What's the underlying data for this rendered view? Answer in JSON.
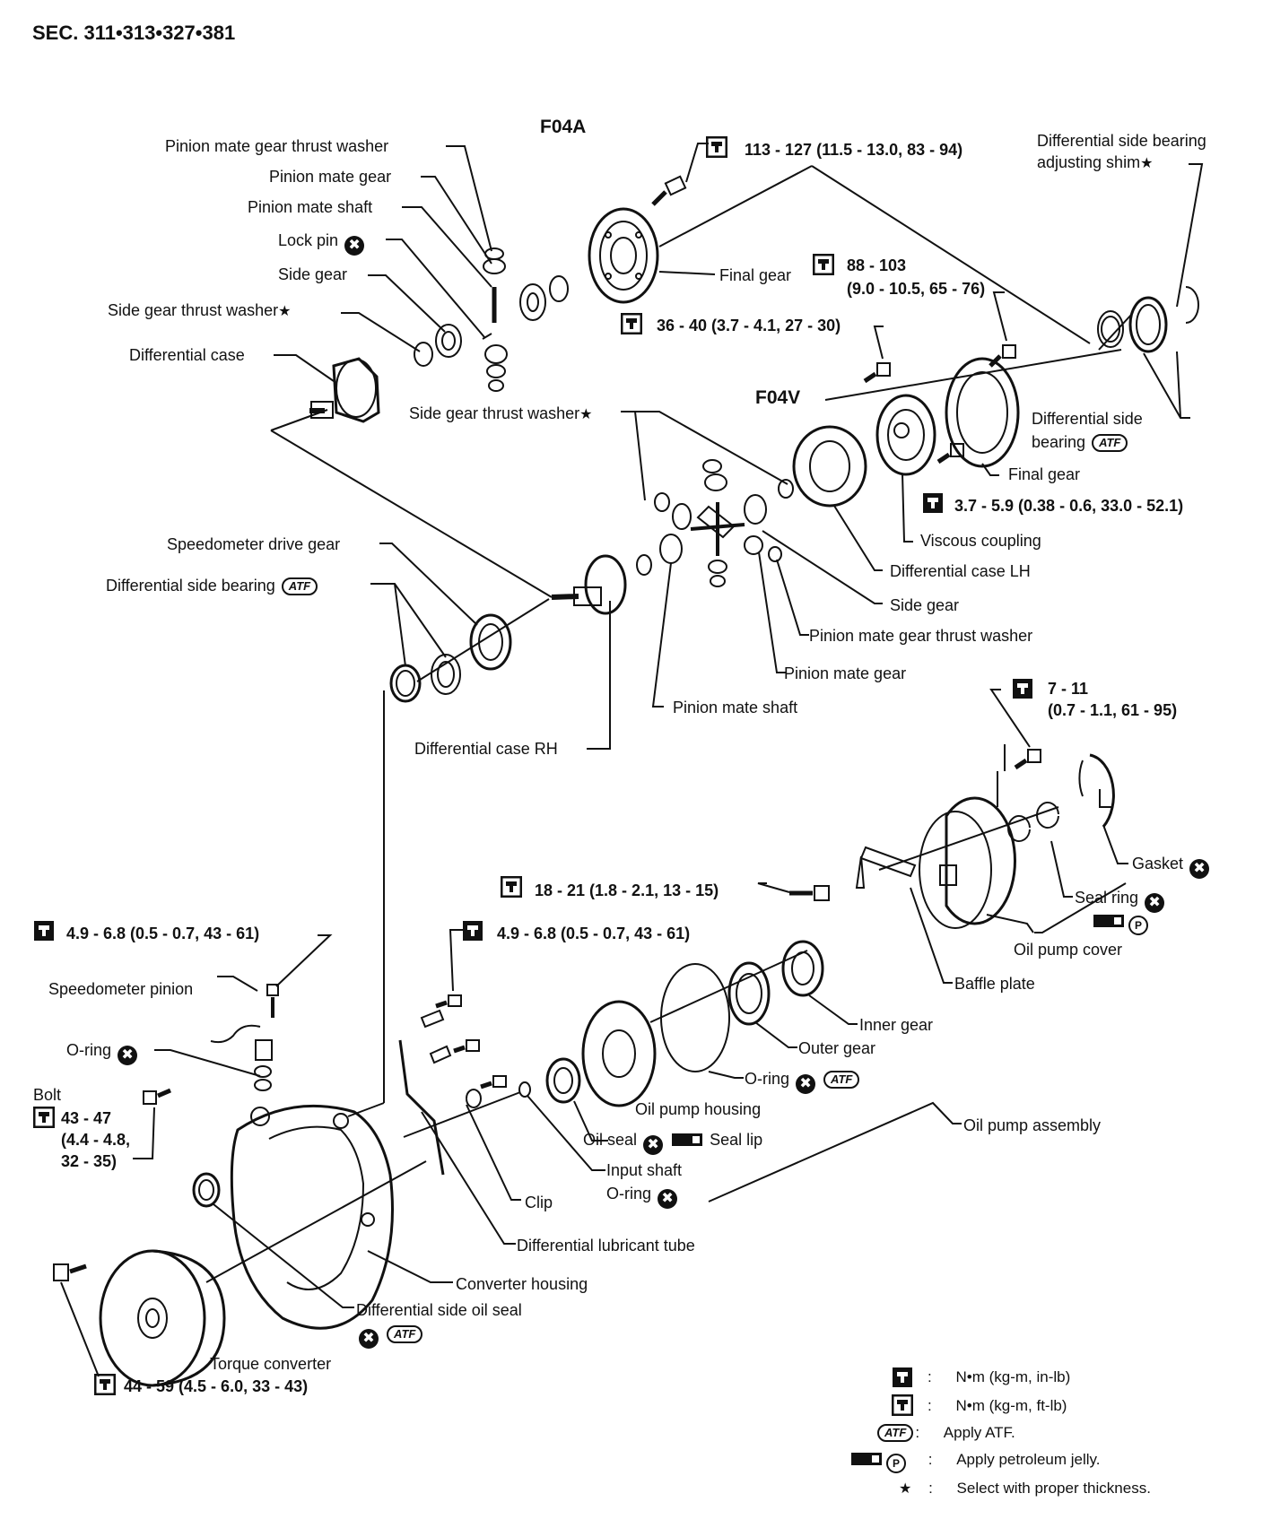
{
  "header": {
    "section": "SEC. 311•313•327•381"
  },
  "groups": {
    "f04a": "F04A",
    "f04v": "F04V"
  },
  "symbols": {
    "atf": "ATF",
    "p": "P",
    "star": "★",
    "x": "✖"
  },
  "labels": {
    "pinion_mate_gear_thrust_washer_a": "Pinion mate gear thrust washer",
    "pinion_mate_gear_a": "Pinion mate gear",
    "pinion_mate_shaft_a": "Pinion mate shaft",
    "lock_pin": "Lock pin",
    "side_gear_a": "Side gear",
    "side_gear_thrust_washer_a": "Side gear thrust washer",
    "differential_case": "Differential case",
    "final_gear_a": "Final gear",
    "diff_side_bearing_adjusting_shim": "Differential side bearing adjusting shim",
    "side_gear_thrust_washer_v": "Side gear thrust washer",
    "differential_side_bearing_v": "Differential side bearing",
    "final_gear_v": "Final gear",
    "viscous_coupling": "Viscous coupling",
    "differential_case_lh": "Differential case LH",
    "side_gear_v": "Side gear",
    "pinion_mate_gear_thrust_washer_v": "Pinion mate gear thrust washer",
    "pinion_mate_gear_v": "Pinion mate gear",
    "pinion_mate_shaft_v": "Pinion mate shaft",
    "speedometer_drive_gear": "Speedometer drive gear",
    "differential_side_bearing_rh": "Differential side bearing",
    "differential_case_rh": "Differential case RH",
    "gasket": "Gasket",
    "seal_ring": "Seal ring",
    "oil_pump_cover": "Oil pump cover",
    "baffle_plate": "Baffle plate",
    "inner_gear": "Inner gear",
    "outer_gear": "Outer gear",
    "o_ring_pump": "O-ring",
    "oil_pump_housing": "Oil pump housing",
    "oil_pump_assembly": "Oil pump assembly",
    "oil_seal": "Oil seal",
    "seal_lip": "Seal lip",
    "input_shaft_o_ring_1": "Input shaft",
    "input_shaft_o_ring_2": "O-ring",
    "clip": "Clip",
    "differential_lubricant_tube": "Differential lubricant tube",
    "converter_housing": "Converter housing",
    "differential_side_oil_seal": "Differential side oil seal",
    "torque_converter": "Torque converter",
    "speedometer_pinion": "Speedometer pinion",
    "o_ring_speedo": "O-ring",
    "bolt": "Bolt"
  },
  "torques": {
    "t113": "113 - 127 (11.5 - 13.0, 83 - 94)",
    "t88_a": "88 - 103",
    "t88_b": "(9.0 - 10.5, 65 - 76)",
    "t36": "36 - 40 (3.7 - 4.1, 27 - 30)",
    "t37": "3.7 - 5.9 (0.38 - 0.6, 33.0 - 52.1)",
    "t7_a": "7 - 11",
    "t7_b": "(0.7 - 1.1, 61 - 95)",
    "t18": "18 - 21 (1.8 - 2.1, 13 - 15)",
    "t49_left": "4.9 - 6.8 (0.5 - 0.7, 43 - 61)",
    "t49_mid": "4.9 - 6.8 (0.5 - 0.7, 43 - 61)",
    "t43_a": "43 - 47",
    "t43_b": "(4.4 - 4.8,",
    "t43_c": "32 - 35)",
    "t44": "44 - 59 (4.5 - 6.0, 33 - 43)"
  },
  "legend": [
    {
      "sep": ":",
      "text": "N•m (kg-m, in-lb)"
    },
    {
      "sep": ":",
      "text": "N•m (kg-m, ft-lb)"
    },
    {
      "sep": ":",
      "text": "Apply ATF."
    },
    {
      "sep": ":",
      "text": "Apply petroleum jelly."
    },
    {
      "sep": ":",
      "text": "Select with proper thickness."
    }
  ]
}
